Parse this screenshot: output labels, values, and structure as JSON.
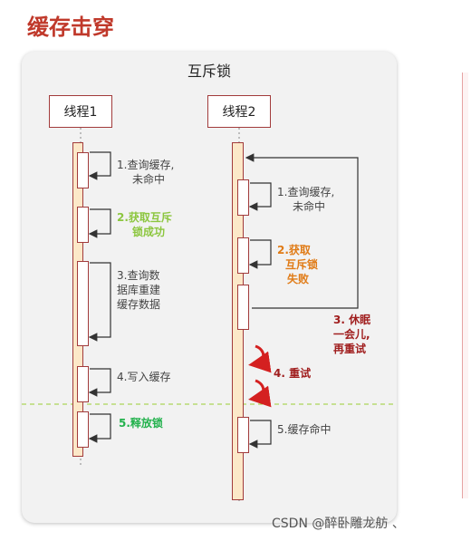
{
  "title": "缓存击穿",
  "diagram": {
    "title": "互斥锁",
    "thread1": {
      "label": "线程1",
      "steps": [
        {
          "line1": "1.查询缓存,",
          "line2": "未命中"
        },
        {
          "line1": "2.获取互斥",
          "line2": "锁成功"
        },
        {
          "line1": "3.查询数",
          "line2": "据库重建",
          "line3": "缓存数据"
        },
        {
          "line1": "4.写入缓存"
        },
        {
          "line1": "5.释放锁"
        }
      ]
    },
    "thread2": {
      "label": "线程2",
      "steps": [
        {
          "line1": "1.查询缓存,",
          "line2": "未命中"
        },
        {
          "line1": "2.获取",
          "line2": "互斥锁",
          "line3": "失败"
        },
        {
          "line1": "3. 休眠",
          "line2": "一会儿,",
          "line3": "再重试"
        },
        {
          "line1": "4. 重试"
        },
        {
          "line1": "5.缓存命中"
        }
      ]
    }
  },
  "watermark": "CSDN @醉卧雕龙舫 、",
  "colors": {
    "title": "#c0392b",
    "lane_border": "#a23b3b",
    "lane_fill": "#fce8c8",
    "success_green": "#8cc63f",
    "release_green": "#22b14c",
    "fail_orange": "#e07b16",
    "retry_red": "#a01e1e",
    "divider": "#9acd32"
  }
}
